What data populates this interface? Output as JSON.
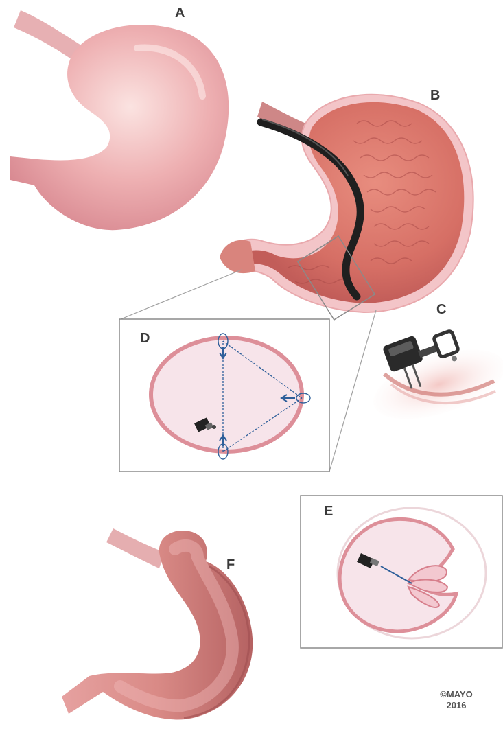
{
  "labels": {
    "a": "A",
    "b": "B",
    "c": "C",
    "d": "D",
    "e": "E",
    "f": "F"
  },
  "copyright": {
    "line1": "©MAYO",
    "line2": "2016"
  },
  "colors": {
    "stomach_outer": "#e9a0a6",
    "stomach_inner": "#d9756a",
    "stomach_fold": "#c05a52",
    "wall_edge": "#f2c3c6",
    "inset_fill": "#f7e4ea",
    "inset_ring": "#dd8f99",
    "suture_line": "#2e5f9a",
    "endoscope": "#1f1f1f",
    "frame": "#8a8a8a"
  }
}
